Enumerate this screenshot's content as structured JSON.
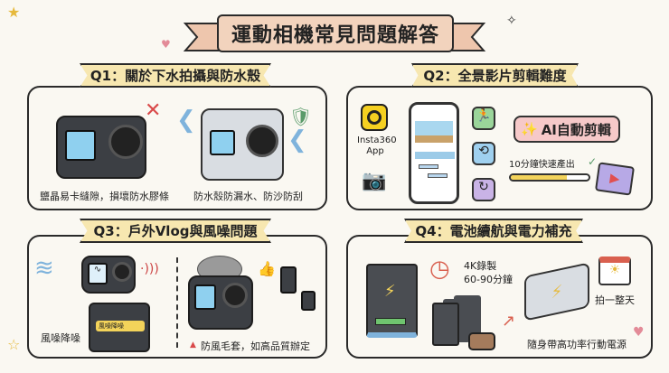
{
  "title": "運動相機常見問題解答",
  "q1": {
    "label": "Q1：關於下水拍攝與防水殼",
    "caption_left": "鹽晶易卡縫隙，損壞防水膠條",
    "caption_right": "防水殼防漏水、防沙防刮"
  },
  "q2": {
    "label": "Q2：全景影片剪輯難度",
    "app_name": "Insta360",
    "app_suffix": "App",
    "ai_label": "AI自動剪輯",
    "speed_label": "10分鐘快速產出",
    "progress_percent": 72
  },
  "q3": {
    "label": "Q3：戶外Vlog與風噪問題",
    "screen_chip": "風噪降噪",
    "noise_label": "風噪降噪",
    "caption": "防風毛套，如高品質辦定"
  },
  "q4": {
    "label": "Q4：電池續航與電力補充",
    "record_line1": "4K錄製",
    "record_line2": "60-90分鐘",
    "all_day": "拍一整天",
    "caption": "隨身帶高功率行動電源"
  },
  "colors": {
    "background": "#faf8f2",
    "label_fill": "#f7e7b0",
    "title_fill": "#f2d3bd",
    "ai_bubble": "#f6c9c9",
    "progress": "#f3d35a"
  }
}
